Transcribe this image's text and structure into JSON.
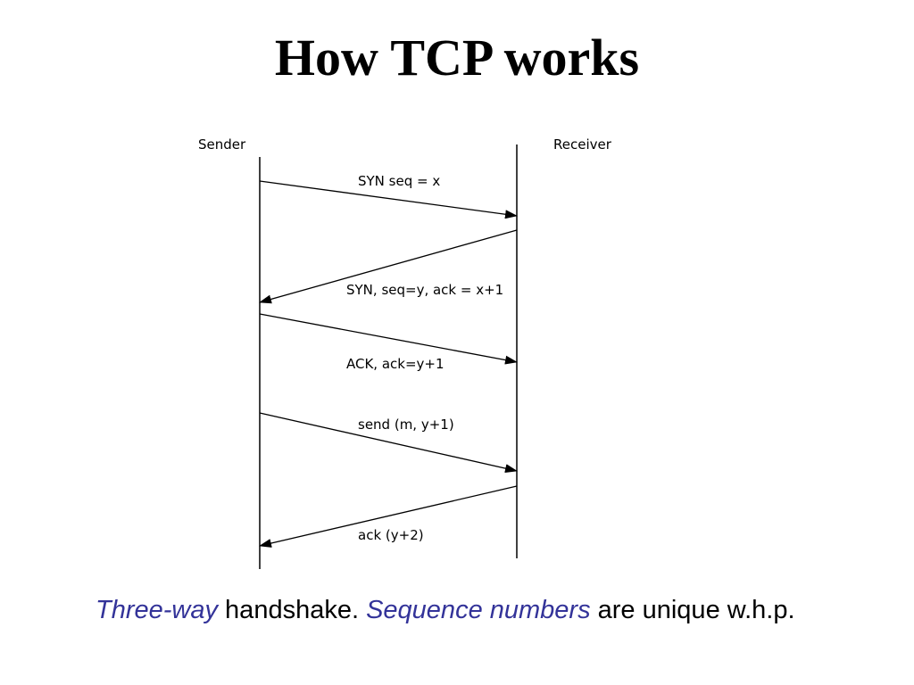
{
  "title": "How TCP works",
  "diagram": {
    "participants": {
      "sender": "Sender",
      "receiver": "Receiver"
    },
    "messages": [
      {
        "label": "SYN seq = x",
        "direction": "sender-to-receiver"
      },
      {
        "label": "SYN, seq=y, ack = x+1",
        "direction": "receiver-to-sender"
      },
      {
        "label": "ACK, ack=y+1",
        "direction": "sender-to-receiver"
      },
      {
        "label": "send (m, y+1)",
        "direction": "sender-to-receiver"
      },
      {
        "label": "ack (y+2)",
        "direction": "receiver-to-sender"
      }
    ]
  },
  "caption": {
    "part1": "Three-way",
    "part2": " handshake. ",
    "part3": "Sequence numbers",
    "part4": " are unique w.h.p."
  },
  "colors": {
    "emphasis": "#333399",
    "text": "#000000"
  }
}
